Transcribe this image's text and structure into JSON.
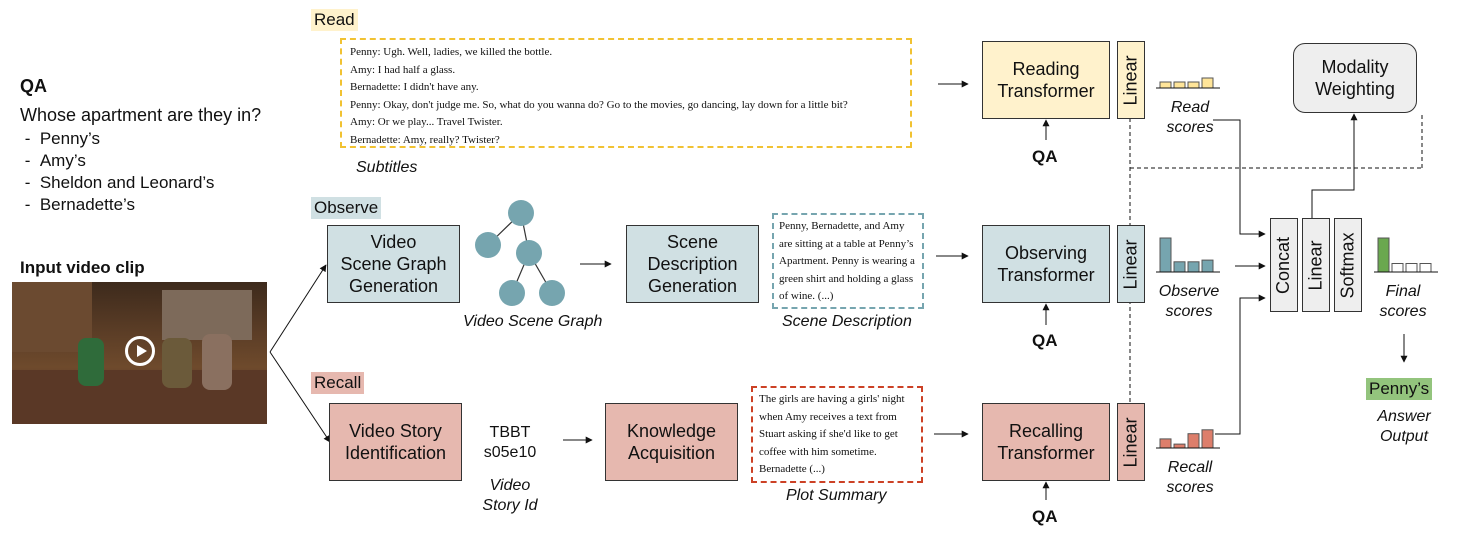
{
  "colors": {
    "read": "#fff2cc",
    "read_border": "#f1c232",
    "observe": "#d0e0e3",
    "observe_border": "#76a5af",
    "recall": "#e6b8af",
    "recall_border": "#cc4125",
    "final": "#93c47d",
    "read_bar": "#ffe599",
    "observe_bar": "#76a5af",
    "recall_bar": "#dd7e6b",
    "final_bar": "#6aa84f",
    "neutral_box": "#eeeeee"
  },
  "qa": {
    "title": "QA",
    "question": "Whose apartment are they in?",
    "options": [
      "Penny’s",
      "Amy’s",
      "Sheldon and Leonard’s",
      "Bernadette’s"
    ]
  },
  "input": {
    "title": "Input video clip"
  },
  "read": {
    "label": "Read",
    "subtitles": [
      "Penny: Ugh. Well, ladies, we killed the bottle.",
      "Amy: I had half a glass.",
      "Bernadette: I didn't have any.",
      "Penny: Okay, don't judge me. So, what do you wanna do? Go to the movies, go dancing, lay down for a little bit?",
      "Amy: Or we play... Travel Twister.",
      "Bernadette: Amy, really? Twister?"
    ],
    "subtitles_caption": "Subtitles",
    "transformer": "Reading\nTransformer",
    "scores_caption": "Read\nscores"
  },
  "observe": {
    "label": "Observe",
    "scene_graph_box": "Video\nScene Graph\nGeneration",
    "scene_graph_caption": "Video Scene Graph",
    "scene_desc_box": "Scene\nDescription\nGeneration",
    "scene_desc_text": "Penny, Bernadette, and Amy are sitting at a table at Penny’s Apartment. Penny is wearing a green shirt and holding a glass of wine. (...)",
    "scene_desc_caption": "Scene Description",
    "transformer": "Observing\nTransformer",
    "scores_caption": "Observe\nscores"
  },
  "recall": {
    "label": "Recall",
    "story_box": "Video Story\nIdentification",
    "story_id": "TBBT\ns05e10",
    "story_id_caption": "Video\nStory Id",
    "knowledge_box": "Knowledge\nAcquisition",
    "plot_text": "The girls are having a girls' night when Amy receives a text from Stuart asking if she'd like to get coffee with him sometime. Bernadette (...)",
    "plot_caption": "Plot Summary",
    "transformer": "Recalling\nTransformer",
    "scores_caption": "Recall\nscores"
  },
  "linear_label": "Linear",
  "qa_input_label": "QA",
  "modality_weighting": "Modality\nWeighting",
  "concat_label": "Concat",
  "softmax_label": "Softmax",
  "final_scores_caption": "Final\nscores",
  "answer": "Penny’s",
  "answer_caption": "Answer\nOutput",
  "score_bars": {
    "read": [
      0.3,
      0.3,
      0.3,
      0.5
    ],
    "observe": [
      1.0,
      0.3,
      0.3,
      0.35
    ],
    "recall": [
      0.35,
      0.15,
      0.55,
      0.7
    ],
    "final": [
      1.0,
      0.25,
      0.25,
      0.25
    ]
  }
}
